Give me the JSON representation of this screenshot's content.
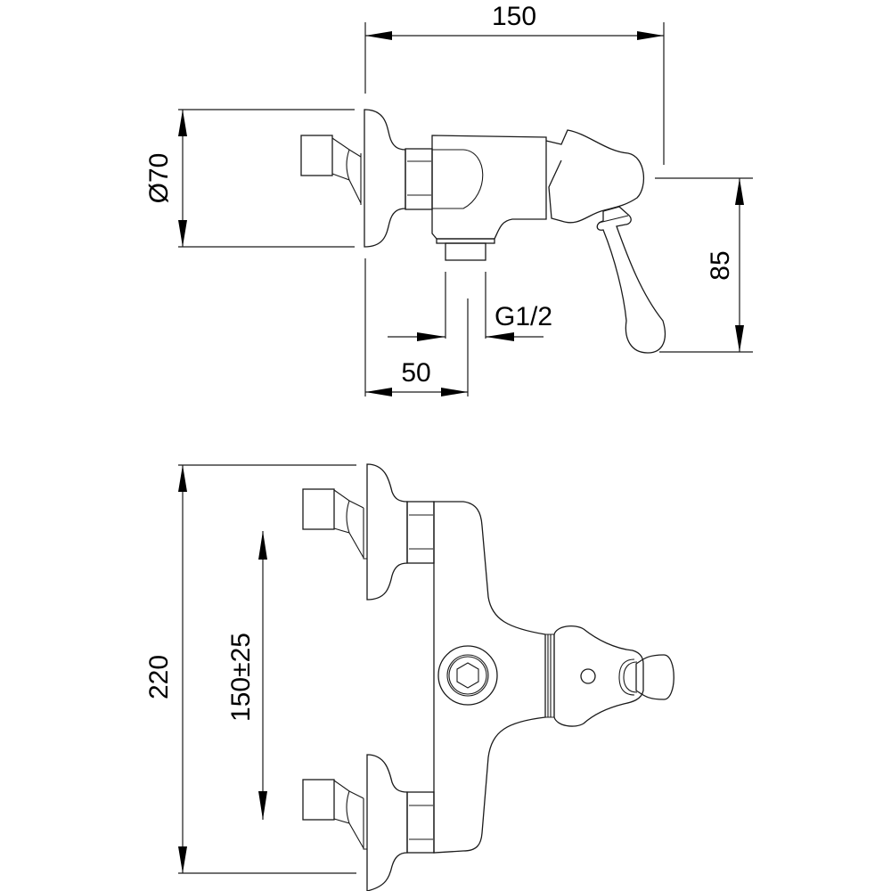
{
  "drawing": {
    "dimensions": {
      "overall_depth": "150",
      "escutcheon_diameter": "Ø70",
      "lever_height": "85",
      "outlet_offset": "50",
      "outlet_thread": "G1/2",
      "overall_height": "220",
      "inlet_spacing": "150±25"
    },
    "line_color": "#000000",
    "background": "#ffffff"
  }
}
